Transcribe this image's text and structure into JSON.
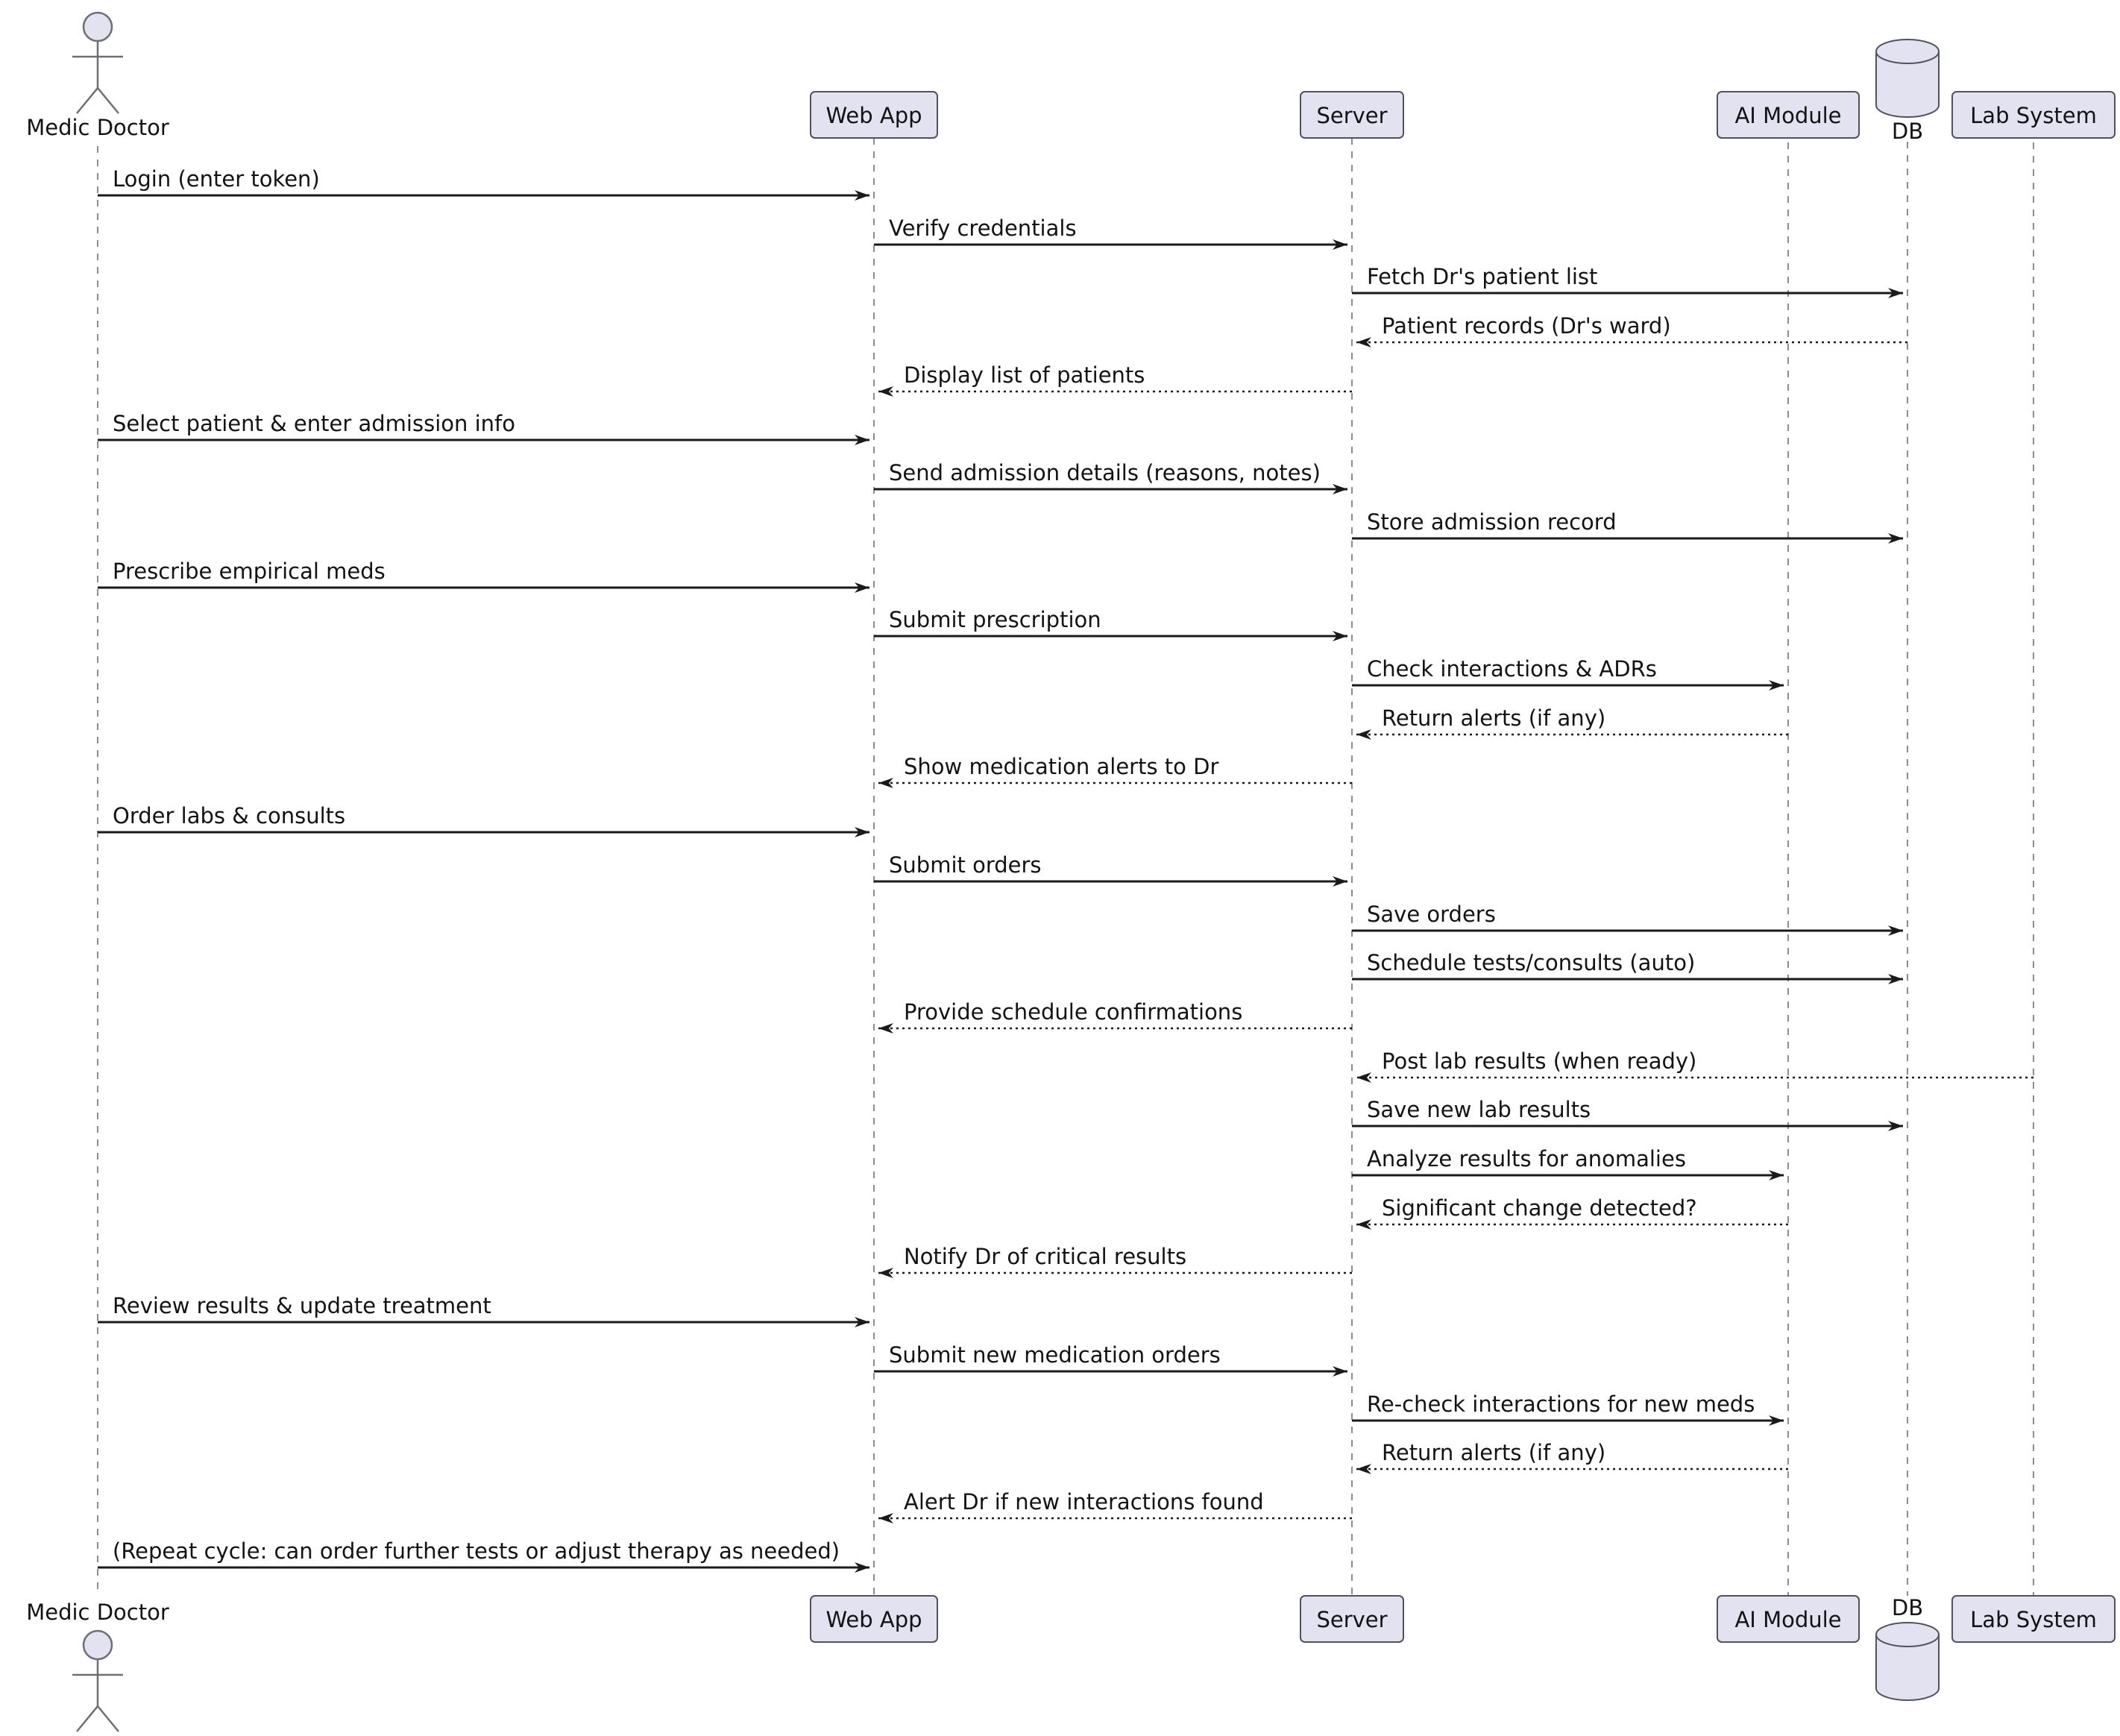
{
  "diagram_type": "uml-sequence-diagram",
  "colors": {
    "node_fill": "#E2E2F0",
    "node_border": "#52525E",
    "arrow": "#1A1A1A",
    "lifeline": "#8C8C96",
    "text": "#131313",
    "background": "#FFFFFF"
  },
  "participants": [
    {
      "id": "medic",
      "label": "Medic Doctor",
      "kind": "actor"
    },
    {
      "id": "webapp",
      "label": "Web App",
      "kind": "participant"
    },
    {
      "id": "server",
      "label": "Server",
      "kind": "participant"
    },
    {
      "id": "ai",
      "label": "AI Module",
      "kind": "participant"
    },
    {
      "id": "db",
      "label": "DB",
      "kind": "database"
    },
    {
      "id": "lab",
      "label": "Lab System",
      "kind": "participant"
    }
  ],
  "messages": [
    {
      "from": "Medic Doctor",
      "to": "Web App",
      "line": "solid",
      "text": "Login (enter token)"
    },
    {
      "from": "Web App",
      "to": "Server",
      "line": "solid",
      "text": "Verify credentials"
    },
    {
      "from": "Server",
      "to": "DB",
      "line": "solid",
      "text": "Fetch Dr's patient list"
    },
    {
      "from": "DB",
      "to": "Server",
      "line": "dotted",
      "text": "Patient records (Dr's ward)"
    },
    {
      "from": "Server",
      "to": "Web App",
      "line": "dotted",
      "text": "Display list of patients"
    },
    {
      "from": "Medic Doctor",
      "to": "Web App",
      "line": "solid",
      "text": "Select patient & enter admission info"
    },
    {
      "from": "Web App",
      "to": "Server",
      "line": "solid",
      "text": "Send admission details (reasons, notes)"
    },
    {
      "from": "Server",
      "to": "DB",
      "line": "solid",
      "text": "Store admission record"
    },
    {
      "from": "Medic Doctor",
      "to": "Web App",
      "line": "solid",
      "text": "Prescribe empirical meds"
    },
    {
      "from": "Web App",
      "to": "Server",
      "line": "solid",
      "text": "Submit prescription"
    },
    {
      "from": "Server",
      "to": "AI Module",
      "line": "solid",
      "text": "Check interactions & ADRs"
    },
    {
      "from": "AI Module",
      "to": "Server",
      "line": "dotted",
      "text": "Return alerts (if any)"
    },
    {
      "from": "Server",
      "to": "Web App",
      "line": "dotted",
      "text": "Show medication alerts to Dr"
    },
    {
      "from": "Medic Doctor",
      "to": "Web App",
      "line": "solid",
      "text": "Order labs & consults"
    },
    {
      "from": "Web App",
      "to": "Server",
      "line": "solid",
      "text": "Submit orders"
    },
    {
      "from": "Server",
      "to": "DB",
      "line": "solid",
      "text": "Save orders"
    },
    {
      "from": "Server",
      "to": "DB",
      "line": "solid",
      "text": "Schedule tests/consults (auto)"
    },
    {
      "from": "Server",
      "to": "Web App",
      "line": "dotted",
      "text": "Provide schedule confirmations"
    },
    {
      "from": "Lab System",
      "to": "Server",
      "line": "dotted",
      "text": "Post lab results (when ready)"
    },
    {
      "from": "Server",
      "to": "DB",
      "line": "solid",
      "text": "Save new lab results"
    },
    {
      "from": "Server",
      "to": "AI Module",
      "line": "solid",
      "text": "Analyze results for anomalies"
    },
    {
      "from": "AI Module",
      "to": "Server",
      "line": "dotted",
      "text": "Significant change detected?"
    },
    {
      "from": "Server",
      "to": "Web App",
      "line": "dotted",
      "text": "Notify Dr of critical results"
    },
    {
      "from": "Medic Doctor",
      "to": "Web App",
      "line": "solid",
      "text": "Review results & update treatment"
    },
    {
      "from": "Web App",
      "to": "Server",
      "line": "solid",
      "text": "Submit new medication orders"
    },
    {
      "from": "Server",
      "to": "AI Module",
      "line": "solid",
      "text": "Re-check interactions for new meds"
    },
    {
      "from": "AI Module",
      "to": "Server",
      "line": "dotted",
      "text": "Return alerts (if any)"
    },
    {
      "from": "Server",
      "to": "Web App",
      "line": "dotted",
      "text": "Alert Dr if new interactions found"
    },
    {
      "from": "Medic Doctor",
      "to": "Web App",
      "line": "solid",
      "text": "(Repeat cycle: can order further tests or adjust therapy as needed)"
    }
  ]
}
